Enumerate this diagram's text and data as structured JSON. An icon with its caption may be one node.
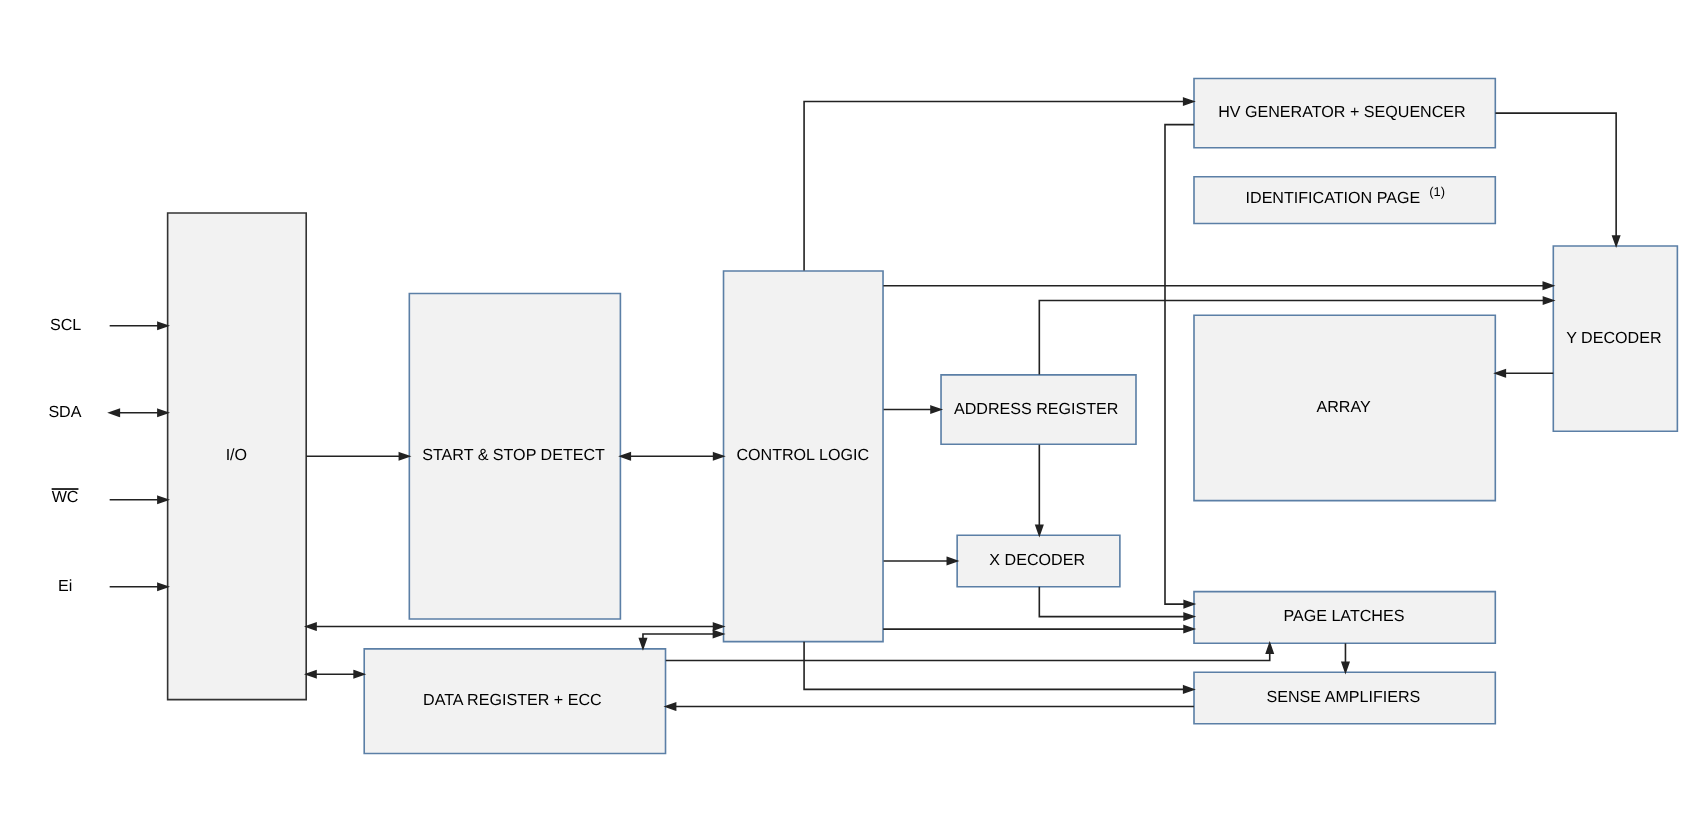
{
  "diagram": {
    "nodes": [
      {
        "text": [
          "I/O"
        ]
      },
      {
        "text": [
          "DATA REGISTER + ECC"
        ]
      },
      {
        "text": [
          "START & STOP DETECT"
        ]
      },
      {
        "text": [
          "CONTROL LOGIC"
        ]
      },
      {
        "text": [
          "SENSE AMPLIFIERS"
        ]
      },
      {
        "text": [
          "PAGE LATCHES"
        ]
      },
      {
        "text": [
          "ARRAY"
        ]
      },
      {
        "text": [
          "IDENTIFICATION PAGE $^{(1)}$"
        ]
      },
      {
        "text": [
          "HV GENERATOR + SEQUENCER"
        ]
      },
      {
        "text": [
          "X DECODER"
        ]
      },
      {
        "text": [
          "Y DECODER"
        ]
      },
      {
        "text": [
          "ADDRESS REGISTER"
        ]
      },
      {
        "text": [
          "SCL"
        ]
      },
      {
        "text": [
          "SDA"
        ]
      },
      {
        "text": [
          "WC"
        ]
      },
      {
        "text": [
          "Ei"
        ]
      }
    ],
    "edges": [
      {
        "from": 12,
        "to": 0,
        "arrow": "to"
      },
      {
        "from": 13,
        "to": 0,
        "arrow": "both"
      },
      {
        "from": 14,
        "to": 0,
        "arrow": "to"
      },
      {
        "from": 15,
        "to": 0,
        "arrow": "to"
      },
      {
        "from": 0,
        "to": 1,
        "arrow": "both"
      },
      {
        "from": 0,
        "to": 3,
        "arrow": "both"
      },
      {
        "from": 0,
        "to": 2,
        "arrow": "to"
      },
      {
        "from": 2,
        "to": 3,
        "arrow": "both"
      },
      {
        "from": 1,
        "to": 3,
        "arrow": "both"
      },
      {
        "from": 4,
        "to": 1,
        "arrow": "to"
      },
      {
        "from": 3,
        "to": 4,
        "arrow": "to"
      },
      {
        "from": 1,
        "to": 5,
        "arrow": "to"
      },
      {
        "from": 3,
        "to": 5,
        "arrow": "to"
      },
      {
        "from": 8,
        "to": 5,
        "arrow": "to"
      },
      {
        "from": 3,
        "to": 8,
        "arrow": "to"
      },
      {
        "from": 5,
        "to": 4,
        "arrow": "to"
      },
      {
        "from": 9,
        "to": 5,
        "arrow": "to"
      },
      {
        "from": 10,
        "to": 6,
        "arrow": "to"
      },
      {
        "from": 8,
        "to": 10,
        "arrow": "to"
      },
      {
        "from": 3,
        "to": 10,
        "arrow": "to"
      },
      {
        "from": 3,
        "to": 11,
        "arrow": "to"
      },
      {
        "from": 3,
        "to": 9,
        "arrow": "to"
      },
      {
        "from": 11,
        "to": 9,
        "arrow": "to"
      },
      {
        "from": 11,
        "to": 10,
        "arrow": "to"
      }
    ]
  }
}
